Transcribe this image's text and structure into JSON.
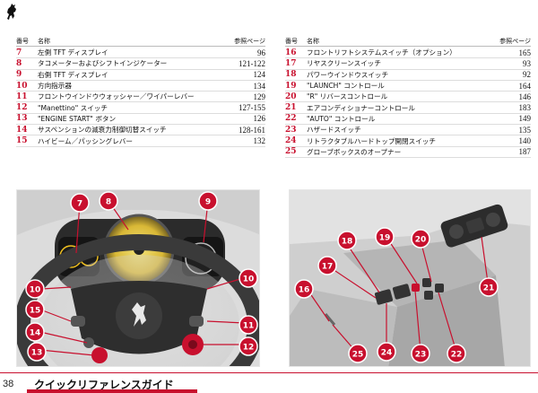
{
  "header": {
    "col_no": "番号",
    "col_name": "名称",
    "col_page": "参照ページ"
  },
  "left_items": [
    {
      "no": "7",
      "name": "左側 TFT ディスプレイ",
      "page": "96"
    },
    {
      "no": "8",
      "name": "タコメーターおよびシフトインジケーター",
      "page": "121-122"
    },
    {
      "no": "9",
      "name": "右側 TFT ディスプレイ",
      "page": "124"
    },
    {
      "no": "10",
      "name": "方向指示器",
      "page": "134"
    },
    {
      "no": "11",
      "name": "フロントウインドウウォッシャー／ワイパーレバー",
      "page": "129"
    },
    {
      "no": "12",
      "name": "\"Manettino\" スイッチ",
      "page": "127-155"
    },
    {
      "no": "13",
      "name": "\"ENGINE START\" ボタン",
      "page": "126"
    },
    {
      "no": "14",
      "name": "サスペンションの減衰力制御切替スイッチ",
      "page": "128-161"
    },
    {
      "no": "15",
      "name": "ハイビーム／パッシングレバー",
      "page": "132"
    }
  ],
  "right_items": [
    {
      "no": "16",
      "name": "フロントリフトシステムスイッチ（オプション）",
      "page": "165"
    },
    {
      "no": "17",
      "name": "リヤスクリーンスイッチ",
      "page": "93"
    },
    {
      "no": "18",
      "name": "パワーウインドウスイッチ",
      "page": "92"
    },
    {
      "no": "19",
      "name": "\"LAUNCH\" コントロール",
      "page": "164"
    },
    {
      "no": "20",
      "name": "\"R\" リバースコントロール",
      "page": "146"
    },
    {
      "no": "21",
      "name": "エアコンディショナーコントロール",
      "page": "183"
    },
    {
      "no": "22",
      "name": "\"AUTO\" コントロール",
      "page": "149"
    },
    {
      "no": "23",
      "name": "ハザードスイッチ",
      "page": "135"
    },
    {
      "no": "24",
      "name": "リトラクタブルハードトップ開閉スイッチ",
      "page": "140"
    },
    {
      "no": "25",
      "name": "グローブボックスのオープナー",
      "page": "187"
    }
  ],
  "left_photo_callouts": [
    "7",
    "8",
    "9",
    "10",
    "10",
    "15",
    "14",
    "13",
    "11",
    "12"
  ],
  "right_photo_callouts": [
    "18",
    "19",
    "20",
    "17",
    "16",
    "21",
    "24",
    "23",
    "22",
    "25"
  ],
  "footer": {
    "page_number": "38",
    "title": "クイックリファレンスガイド"
  },
  "colors": {
    "accent": "#c8102e"
  }
}
